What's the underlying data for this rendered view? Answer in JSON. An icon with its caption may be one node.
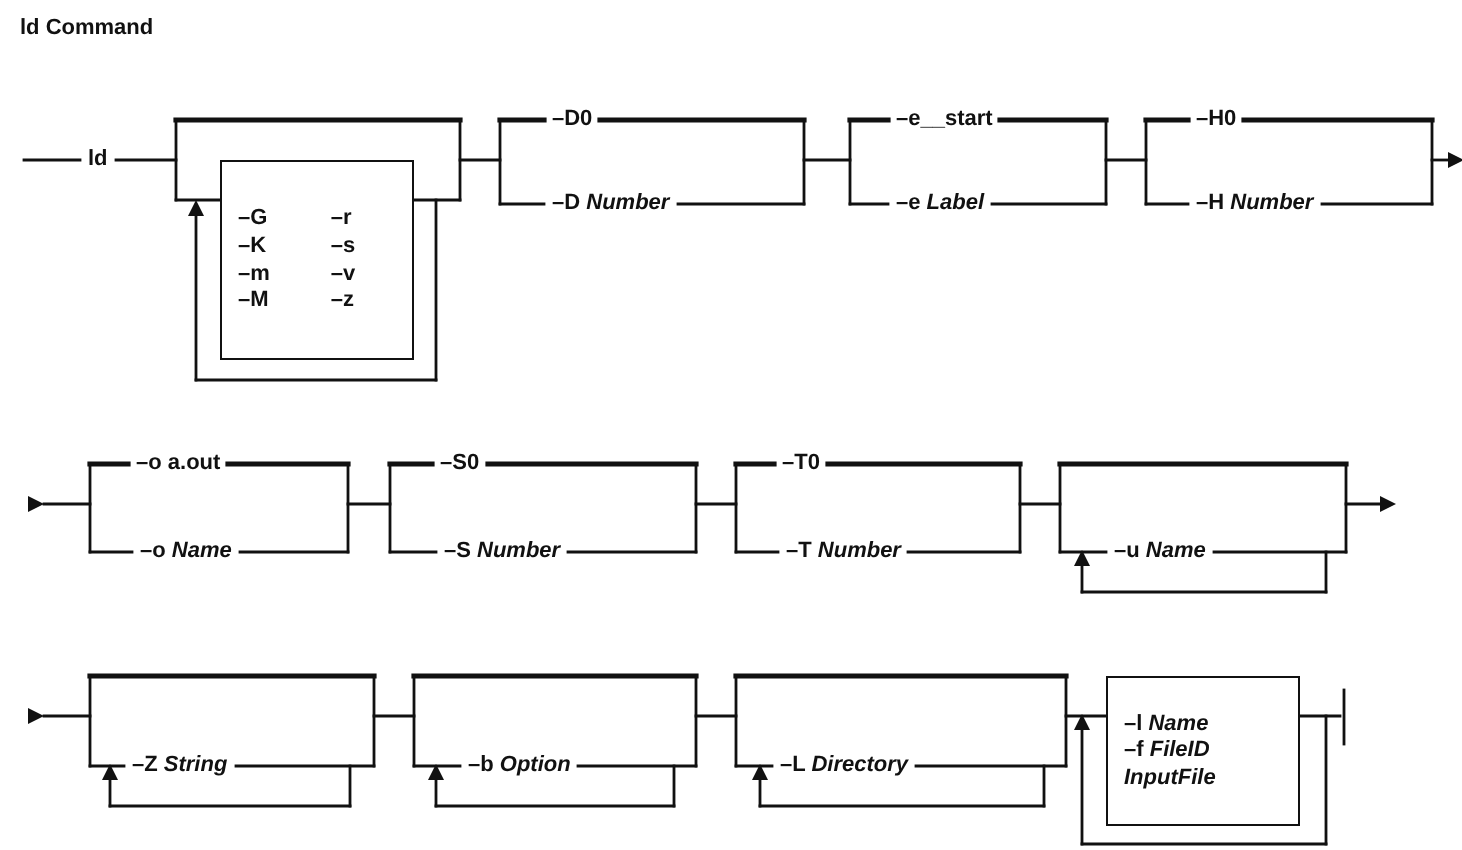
{
  "diagram": {
    "title": "ld Command",
    "nodes": [
      {
        "text": [
          "–G",
          "–r",
          "–K",
          "–s",
          "–m",
          "–v",
          "–M",
          "–z"
        ]
      },
      {
        "text": [
          "–l *Name*",
          "–f *FileID*",
          "*InputFile*"
        ]
      }
    ],
    "labels": [
      "ld",
      "–D0",
      "–D *Number*",
      "–e__start",
      "–e *Label*",
      "–H0",
      "–H *Number*",
      "–o a.out",
      "–o *Name*",
      "–S0",
      "–S *Number*",
      "–T0",
      "–T *Number*",
      "–u *Name*",
      "–Z *String*",
      "–b *Option*",
      "–L *Directory*"
    ]
  }
}
